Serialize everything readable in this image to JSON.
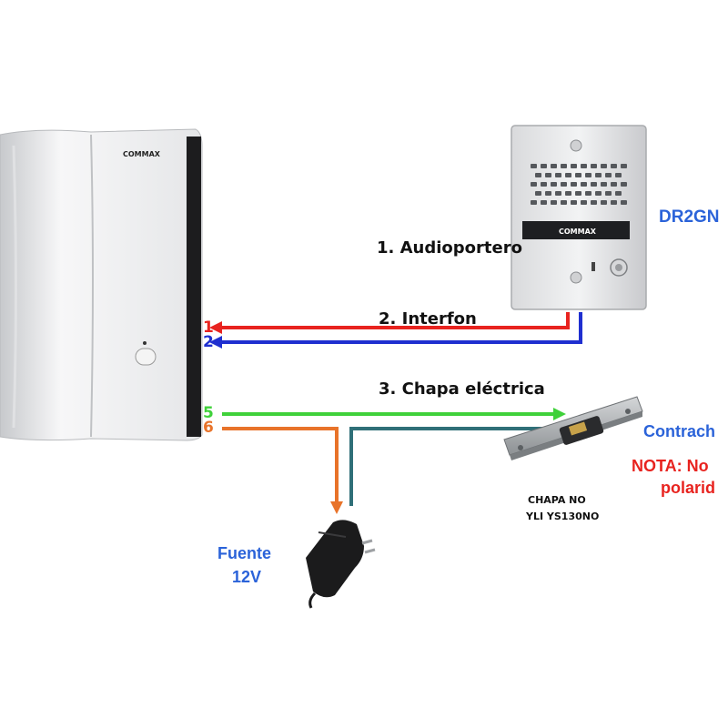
{
  "handset": {
    "brand": "COMMAX"
  },
  "door_station": {
    "brand": "COMMAX",
    "model_label": "DR2GN"
  },
  "steps": {
    "audioportero": "1. Audioportero",
    "interfon": "2. Interfon",
    "chapa": "3.  Chapa eléctrica"
  },
  "terminals": {
    "t1": "1",
    "t2": "2",
    "t5": "5",
    "t6": "6"
  },
  "strike": {
    "label": "Contrach",
    "note_line1": "NOTA: No",
    "note_line2": "polarid",
    "model_line1": "CHAPA NO",
    "model_line2": "YLI YS130NO"
  },
  "power": {
    "label_line1": "Fuente",
    "label_line2": "12V"
  },
  "colors": {
    "wire1": "#e8231f",
    "wire2": "#1f2fd0",
    "wire5": "#3fd13a",
    "wire6": "#e8732a",
    "wire_teal": "#2f6f78",
    "label_blue": "#2b63d9",
    "note_red": "#e8231f"
  }
}
